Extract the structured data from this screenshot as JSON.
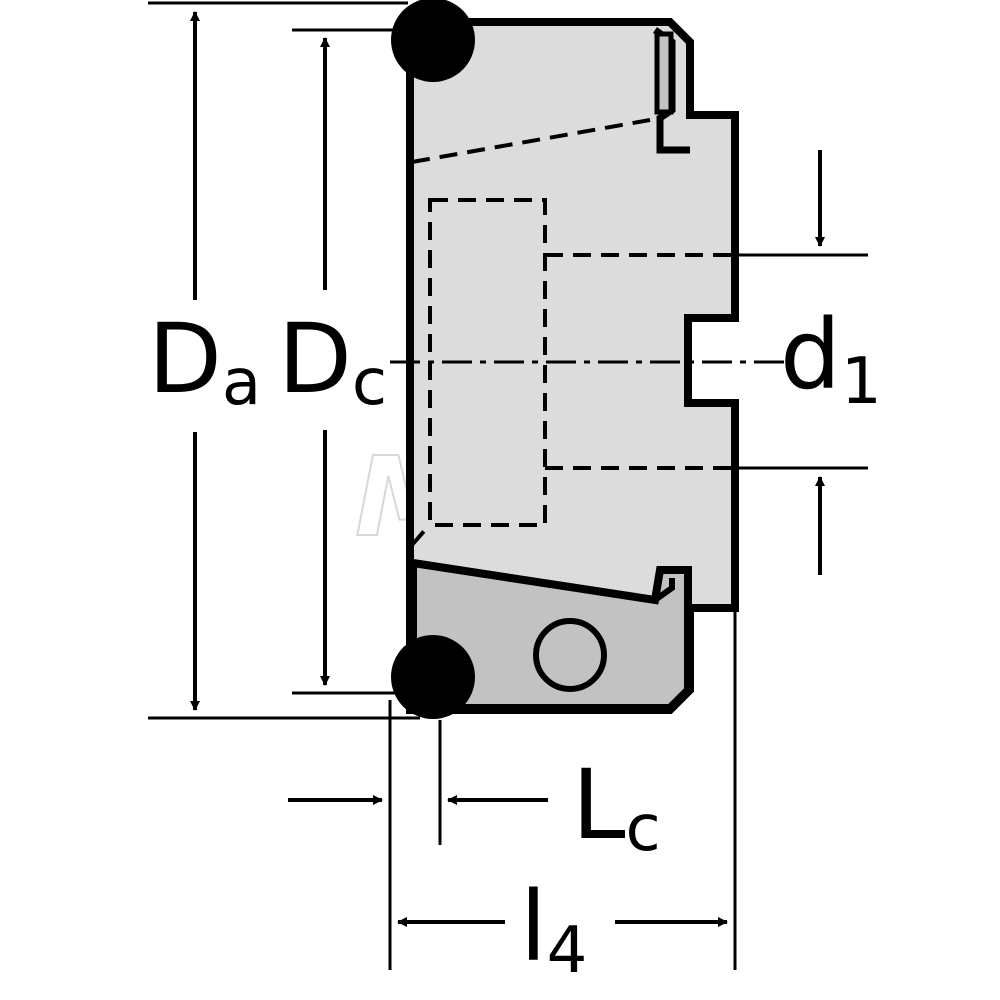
{
  "labels": {
    "Da": {
      "main": "D",
      "sub": "a"
    },
    "Dc": {
      "main": "D",
      "sub": "c"
    },
    "d1": {
      "main": "d",
      "sub": "1"
    },
    "Lc": {
      "main": "L",
      "sub": "c"
    },
    "l4": {
      "main": "l",
      "sub": "4"
    }
  },
  "watermark": "MSC",
  "colors": {
    "body_fill": "#dcdcdc",
    "insert_fill": "#c2c2c2",
    "outline": "#000000",
    "background": "#ffffff"
  }
}
